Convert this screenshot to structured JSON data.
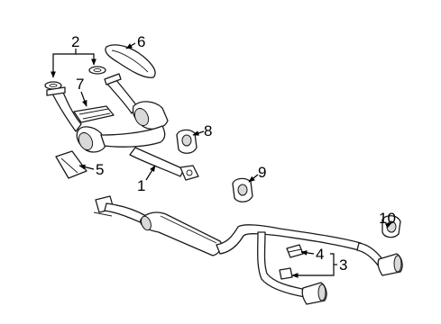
{
  "callouts": [
    {
      "id": "1",
      "part": "front-pipe-assembly"
    },
    {
      "id": "2",
      "part": "gaskets"
    },
    {
      "id": "3",
      "part": "hangers"
    },
    {
      "id": "4",
      "part": "hanger-bracket"
    },
    {
      "id": "5",
      "part": "heat-shield-left"
    },
    {
      "id": "6",
      "part": "heat-shield-right"
    },
    {
      "id": "7",
      "part": "heat-shield-center"
    },
    {
      "id": "8",
      "part": "insulator-front"
    },
    {
      "id": "9",
      "part": "insulator-middle"
    },
    {
      "id": "10",
      "part": "insulator-rear"
    }
  ]
}
